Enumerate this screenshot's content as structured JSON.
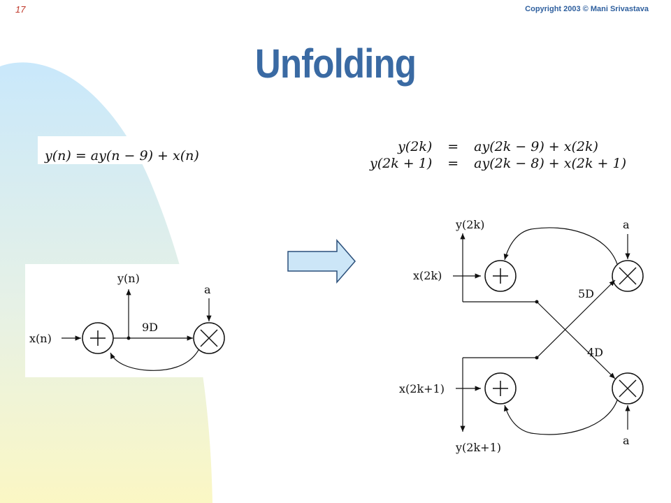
{
  "header": {
    "slide_number": "17",
    "copyright": "Copyright 2003 © Mani Srivastava",
    "title": "Unfolding"
  },
  "left": {
    "equation": "y(n) = ay(n − 9) + x(n)",
    "labels": {
      "input": "x(n)",
      "output": "y(n)",
      "coeff": "a",
      "delay": "9D"
    }
  },
  "arrow": {
    "icon": "right-arrow-icon"
  },
  "right": {
    "equations": [
      {
        "lhs": "y(2k)",
        "op": "=",
        "rhs": "ay(2k − 9) + x(2k)"
      },
      {
        "lhs": "y(2k + 1)",
        "op": "=",
        "rhs": "ay(2k − 8) + x(2k + 1)"
      }
    ],
    "labels": {
      "out_top": "y(2k)",
      "in_top": "x(2k)",
      "coeff_top": "a",
      "delay_top": "5D",
      "delay_bottom": "4D",
      "in_bottom": "x(2k+1)",
      "out_bottom": "y(2k+1)",
      "coeff_bottom": "a"
    }
  },
  "colors": {
    "title": "#3a6aa3",
    "slide_number": "#c0392b",
    "arrow_fill": "#cce6f7"
  }
}
